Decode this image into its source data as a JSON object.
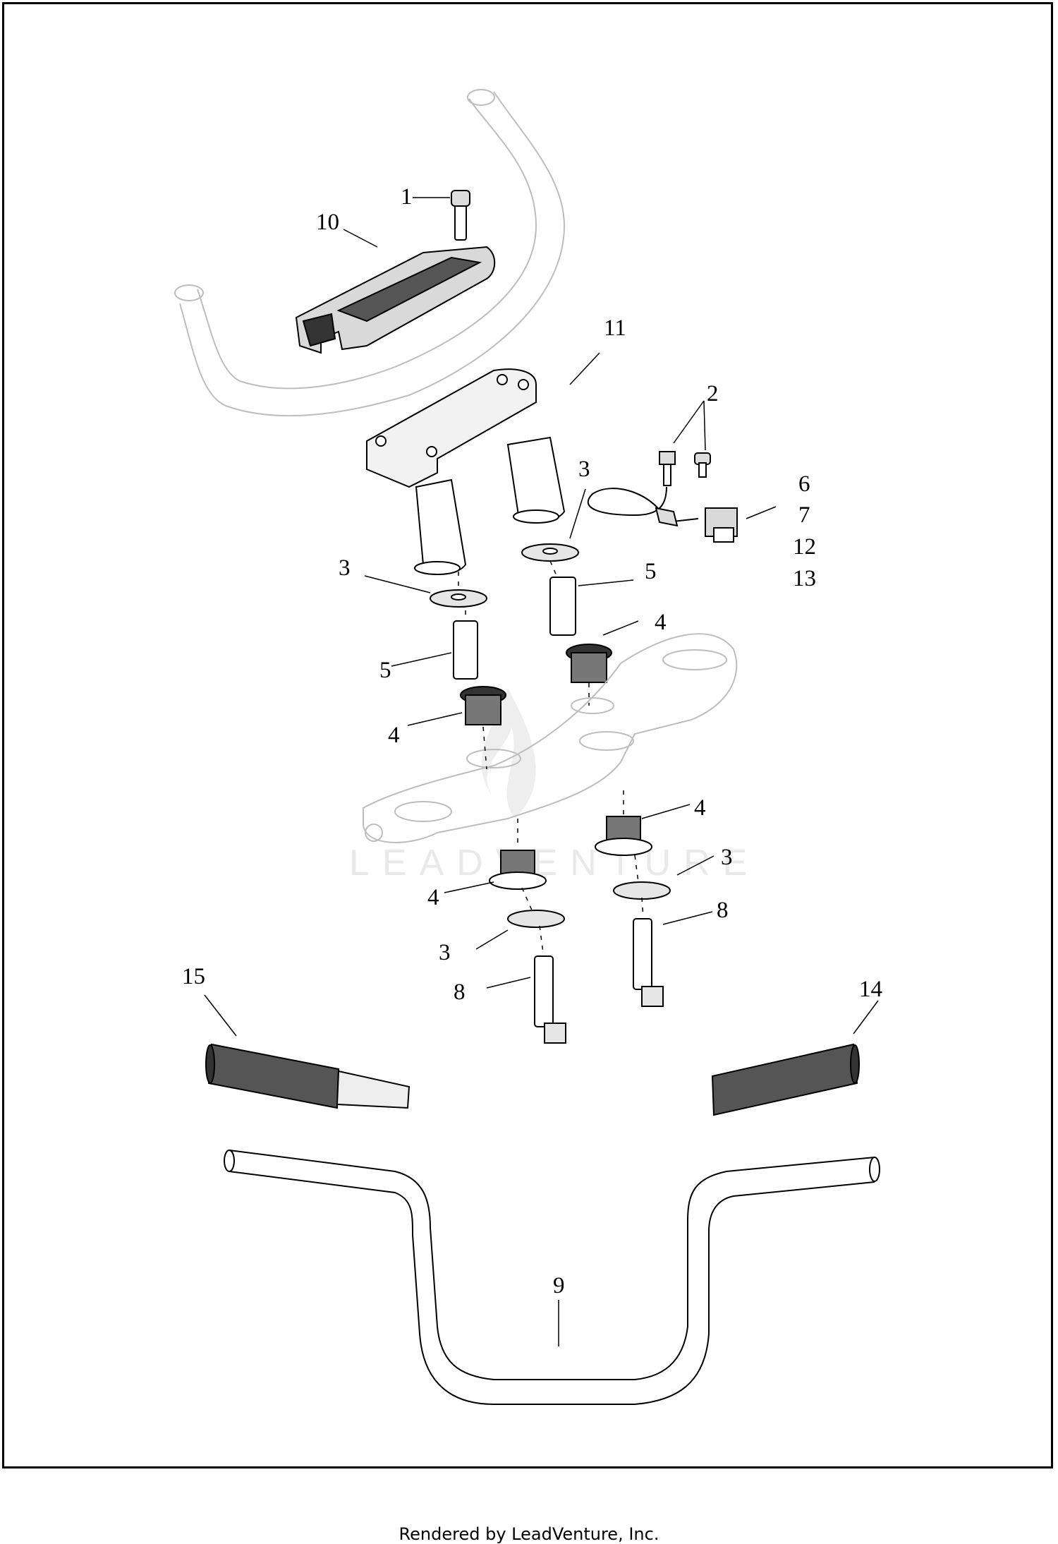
{
  "watermark": "LEADVENTURE",
  "footer": "Rendered by LeadVenture, Inc.",
  "callouts": {
    "c1": "1",
    "c10": "10",
    "c11": "11",
    "c2": "2",
    "c3a": "3",
    "c3b": "3",
    "c6": "6",
    "c7": "7",
    "c12": "12",
    "c13": "13",
    "c5a": "5",
    "c4a": "4",
    "c5b": "5",
    "c4b": "4",
    "c4c": "4",
    "c3c": "3",
    "c4d": "4",
    "c8a": "8",
    "c3d": "3",
    "c8b": "8",
    "c15": "15",
    "c14": "14",
    "c9": "9"
  }
}
